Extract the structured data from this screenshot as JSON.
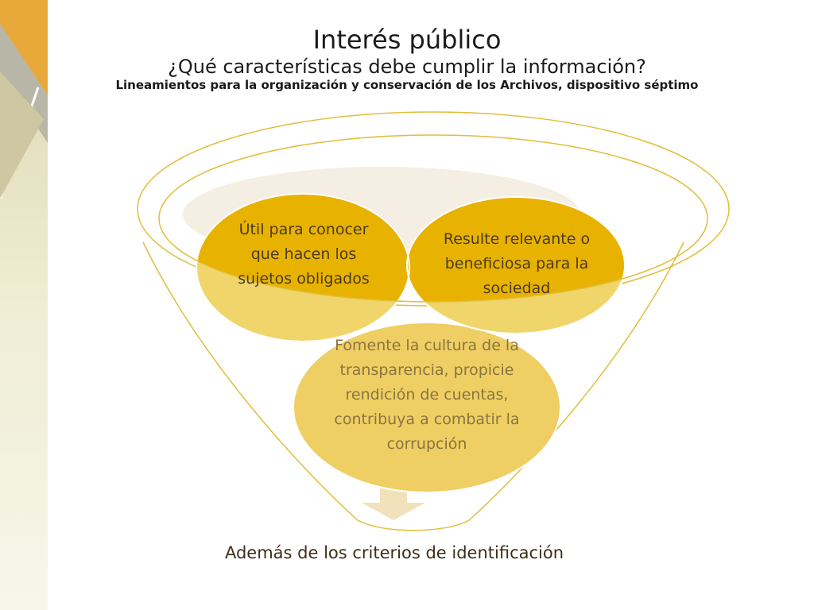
{
  "slide": {
    "title": "Interés público",
    "subtitle": "¿Qué características debe cumplir la información?",
    "subtitle2": "Lineamientos para la organización y conservación de los Archivos, dispositivo séptimo"
  },
  "diagram": {
    "items": [
      {
        "label": "Útil para conocer que hacen los sujetos obligados"
      },
      {
        "label": "Resulte relevante o beneficiosa para la sociedad"
      },
      {
        "label": "Fomente la cultura de la transparencia, propicie rendición de cuentas, contribuya a combatir la corrupción"
      }
    ],
    "footer": "Además de los criterios de identificación"
  },
  "colors": {
    "accent": "#E8A93A",
    "gold": "#E8B200",
    "gold_light": "#F2D36E",
    "outline": "#E0BE3C",
    "side_bar": "#F0EED6"
  }
}
